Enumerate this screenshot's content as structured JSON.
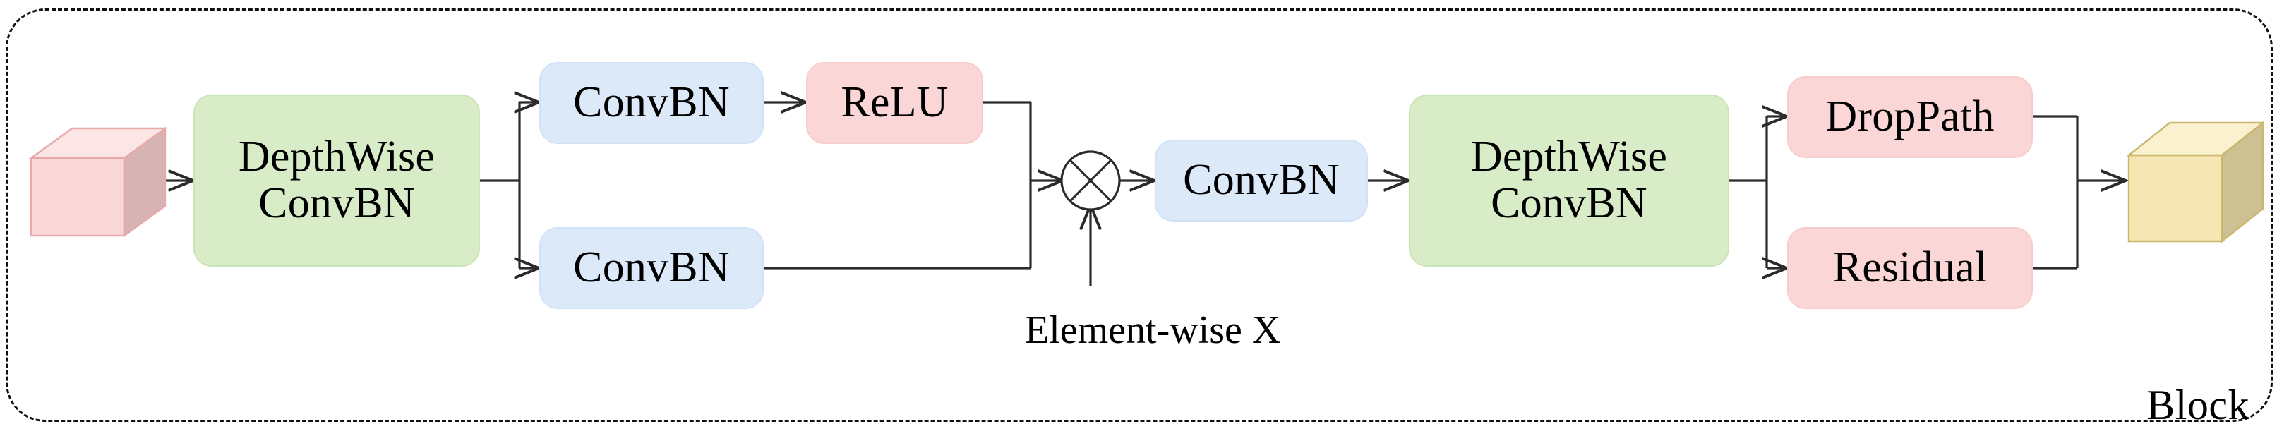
{
  "diagram": {
    "title": "Block",
    "frame_label": "Block",
    "element_wise_label": "Element-wise X",
    "multiply_symbol": "cross-in-circle"
  },
  "colors": {
    "green_fill": "#d8ecc8",
    "green_border": "#cbe4b6",
    "blue_fill": "#dce9f9",
    "blue_border": "#d2e2f6",
    "pink_fill": "#fbd6d6",
    "pink_border": "#f8cccc",
    "input_cube_front": "#fad7d7",
    "input_cube_top": "#fce5e5",
    "input_cube_side": "#d8b3b3",
    "input_cube_stroke": "#e8a9a9",
    "output_cube_front": "#f5e7b3",
    "output_cube_top": "#faf2cf",
    "output_cube_side": "#cdc092",
    "output_cube_stroke": "#cbb86e",
    "edge_stroke": "#2b2b2b",
    "frame_stroke": "#111111"
  },
  "nodes": {
    "input_tensor": {
      "name": "input-tensor-cube",
      "label": ""
    },
    "depthwise_1": {
      "label": "DepthWise\nConvBN",
      "style": "green"
    },
    "conv_top": {
      "label": "ConvBN",
      "style": "blue"
    },
    "relu": {
      "label": "ReLU",
      "style": "pink"
    },
    "conv_bottom": {
      "label": "ConvBN",
      "style": "blue"
    },
    "multiply": {
      "label": "",
      "style": "operator"
    },
    "conv_mid": {
      "label": "ConvBN",
      "style": "blue"
    },
    "depthwise_2": {
      "label": "DepthWise\nConvBN",
      "style": "green"
    },
    "droppath": {
      "label": "DropPath",
      "style": "pink"
    },
    "residual": {
      "label": "Residual",
      "style": "pink"
    },
    "output_tensor": {
      "name": "output-tensor-cube",
      "label": ""
    }
  },
  "flow": [
    {
      "from": "input_tensor",
      "to": "depthwise_1"
    },
    {
      "from": "depthwise_1",
      "to": "conv_top"
    },
    {
      "from": "depthwise_1",
      "to": "conv_bottom"
    },
    {
      "from": "conv_top",
      "to": "relu"
    },
    {
      "from": "relu",
      "to": "multiply"
    },
    {
      "from": "conv_bottom",
      "to": "multiply"
    },
    {
      "from": "multiply",
      "to": "conv_mid"
    },
    {
      "from": "conv_mid",
      "to": "depthwise_2"
    },
    {
      "from": "depthwise_2",
      "to": "droppath"
    },
    {
      "from": "depthwise_2",
      "to": "residual"
    },
    {
      "from": "droppath",
      "to": "output_tensor"
    },
    {
      "from": "residual",
      "to": "output_tensor"
    }
  ]
}
